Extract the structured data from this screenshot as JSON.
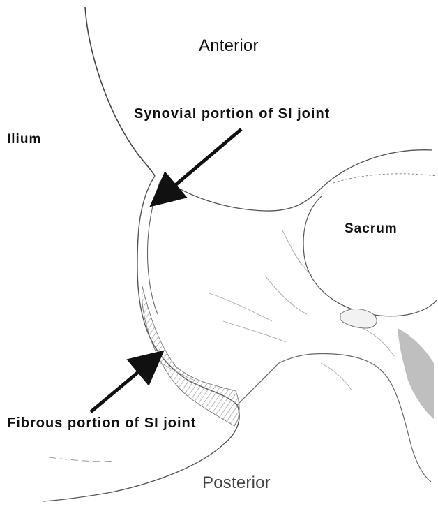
{
  "labels": {
    "anterior": "Anterior",
    "posterior": "Posterior",
    "ilium": "Ilium",
    "sacrum": "Sacrum",
    "synovial": "Synovial portion of SI joint",
    "fibrous": "Fibrous portion of SI joint"
  },
  "colors": {
    "ink": "#111111",
    "outline": "#555555",
    "shade": "#8a8a8a",
    "hatch": "#9a9a9a"
  }
}
